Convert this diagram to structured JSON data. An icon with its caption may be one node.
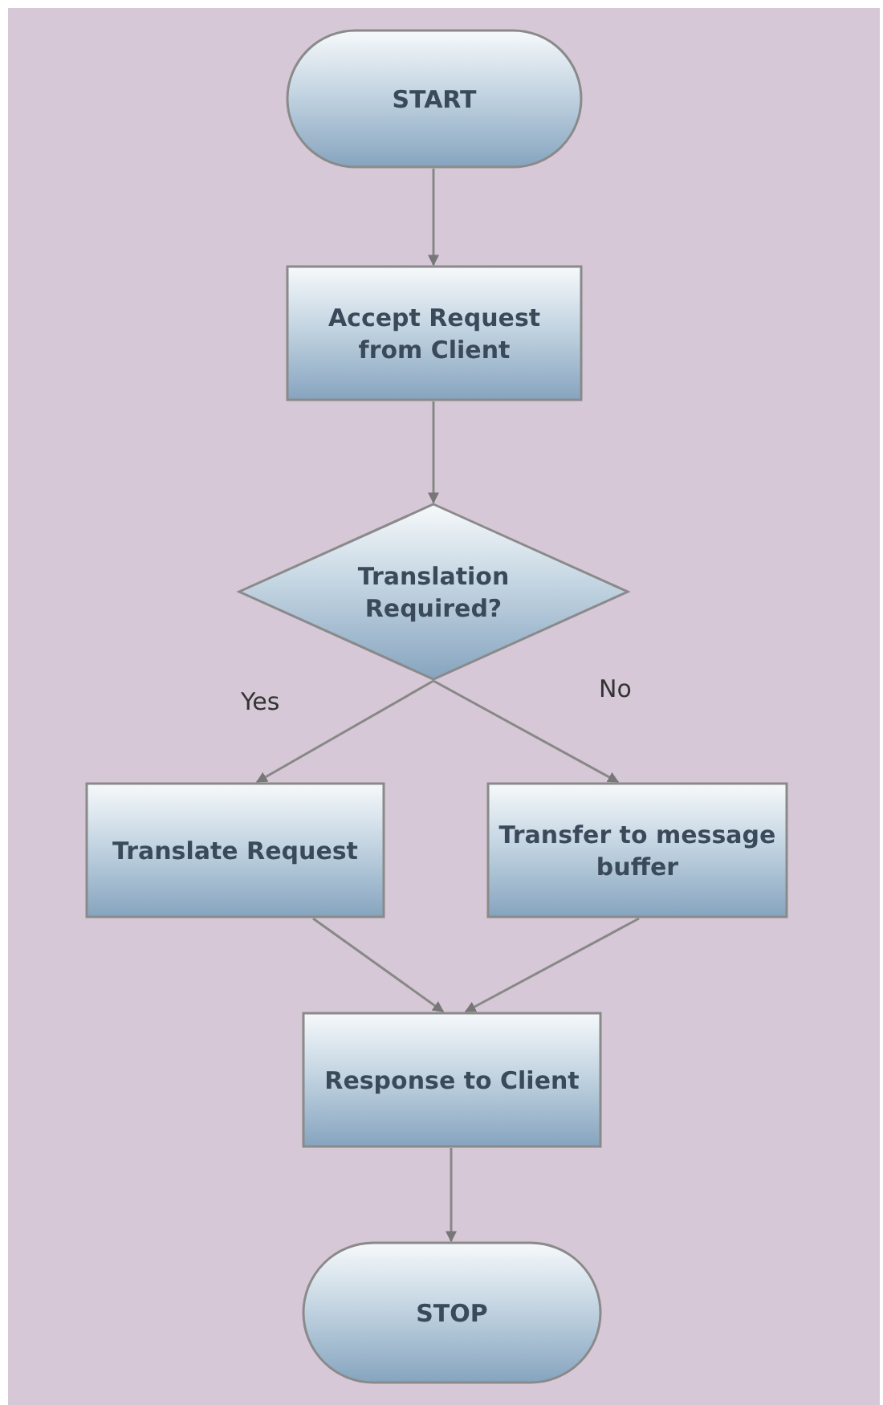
{
  "diagram": {
    "nodes": [
      {
        "text": [
          "START"
        ]
      },
      {
        "text": [
          "Accept Request from Client"
        ]
      },
      {
        "text": [
          "Translation Required?"
        ]
      },
      {
        "text": [
          "Translate Request"
        ]
      },
      {
        "text": [
          "Transfer to message buffer"
        ]
      },
      {
        "text": [
          "Response to Client"
        ]
      },
      {
        "text": [
          "STOP"
        ]
      }
    ],
    "edges": [
      {
        "from": 0,
        "to": 1,
        "arrow": "to"
      },
      {
        "from": 1,
        "to": 2,
        "arrow": "to"
      },
      {
        "from": 2,
        "to": 3,
        "arrow": "to",
        "label": "Yes"
      },
      {
        "from": 2,
        "to": 4,
        "arrow": "to",
        "label": "No"
      },
      {
        "from": 3,
        "to": 5,
        "arrow": "to"
      },
      {
        "from": 4,
        "to": 5,
        "arrow": "to"
      },
      {
        "from": 5,
        "to": 6,
        "arrow": "to"
      }
    ]
  }
}
